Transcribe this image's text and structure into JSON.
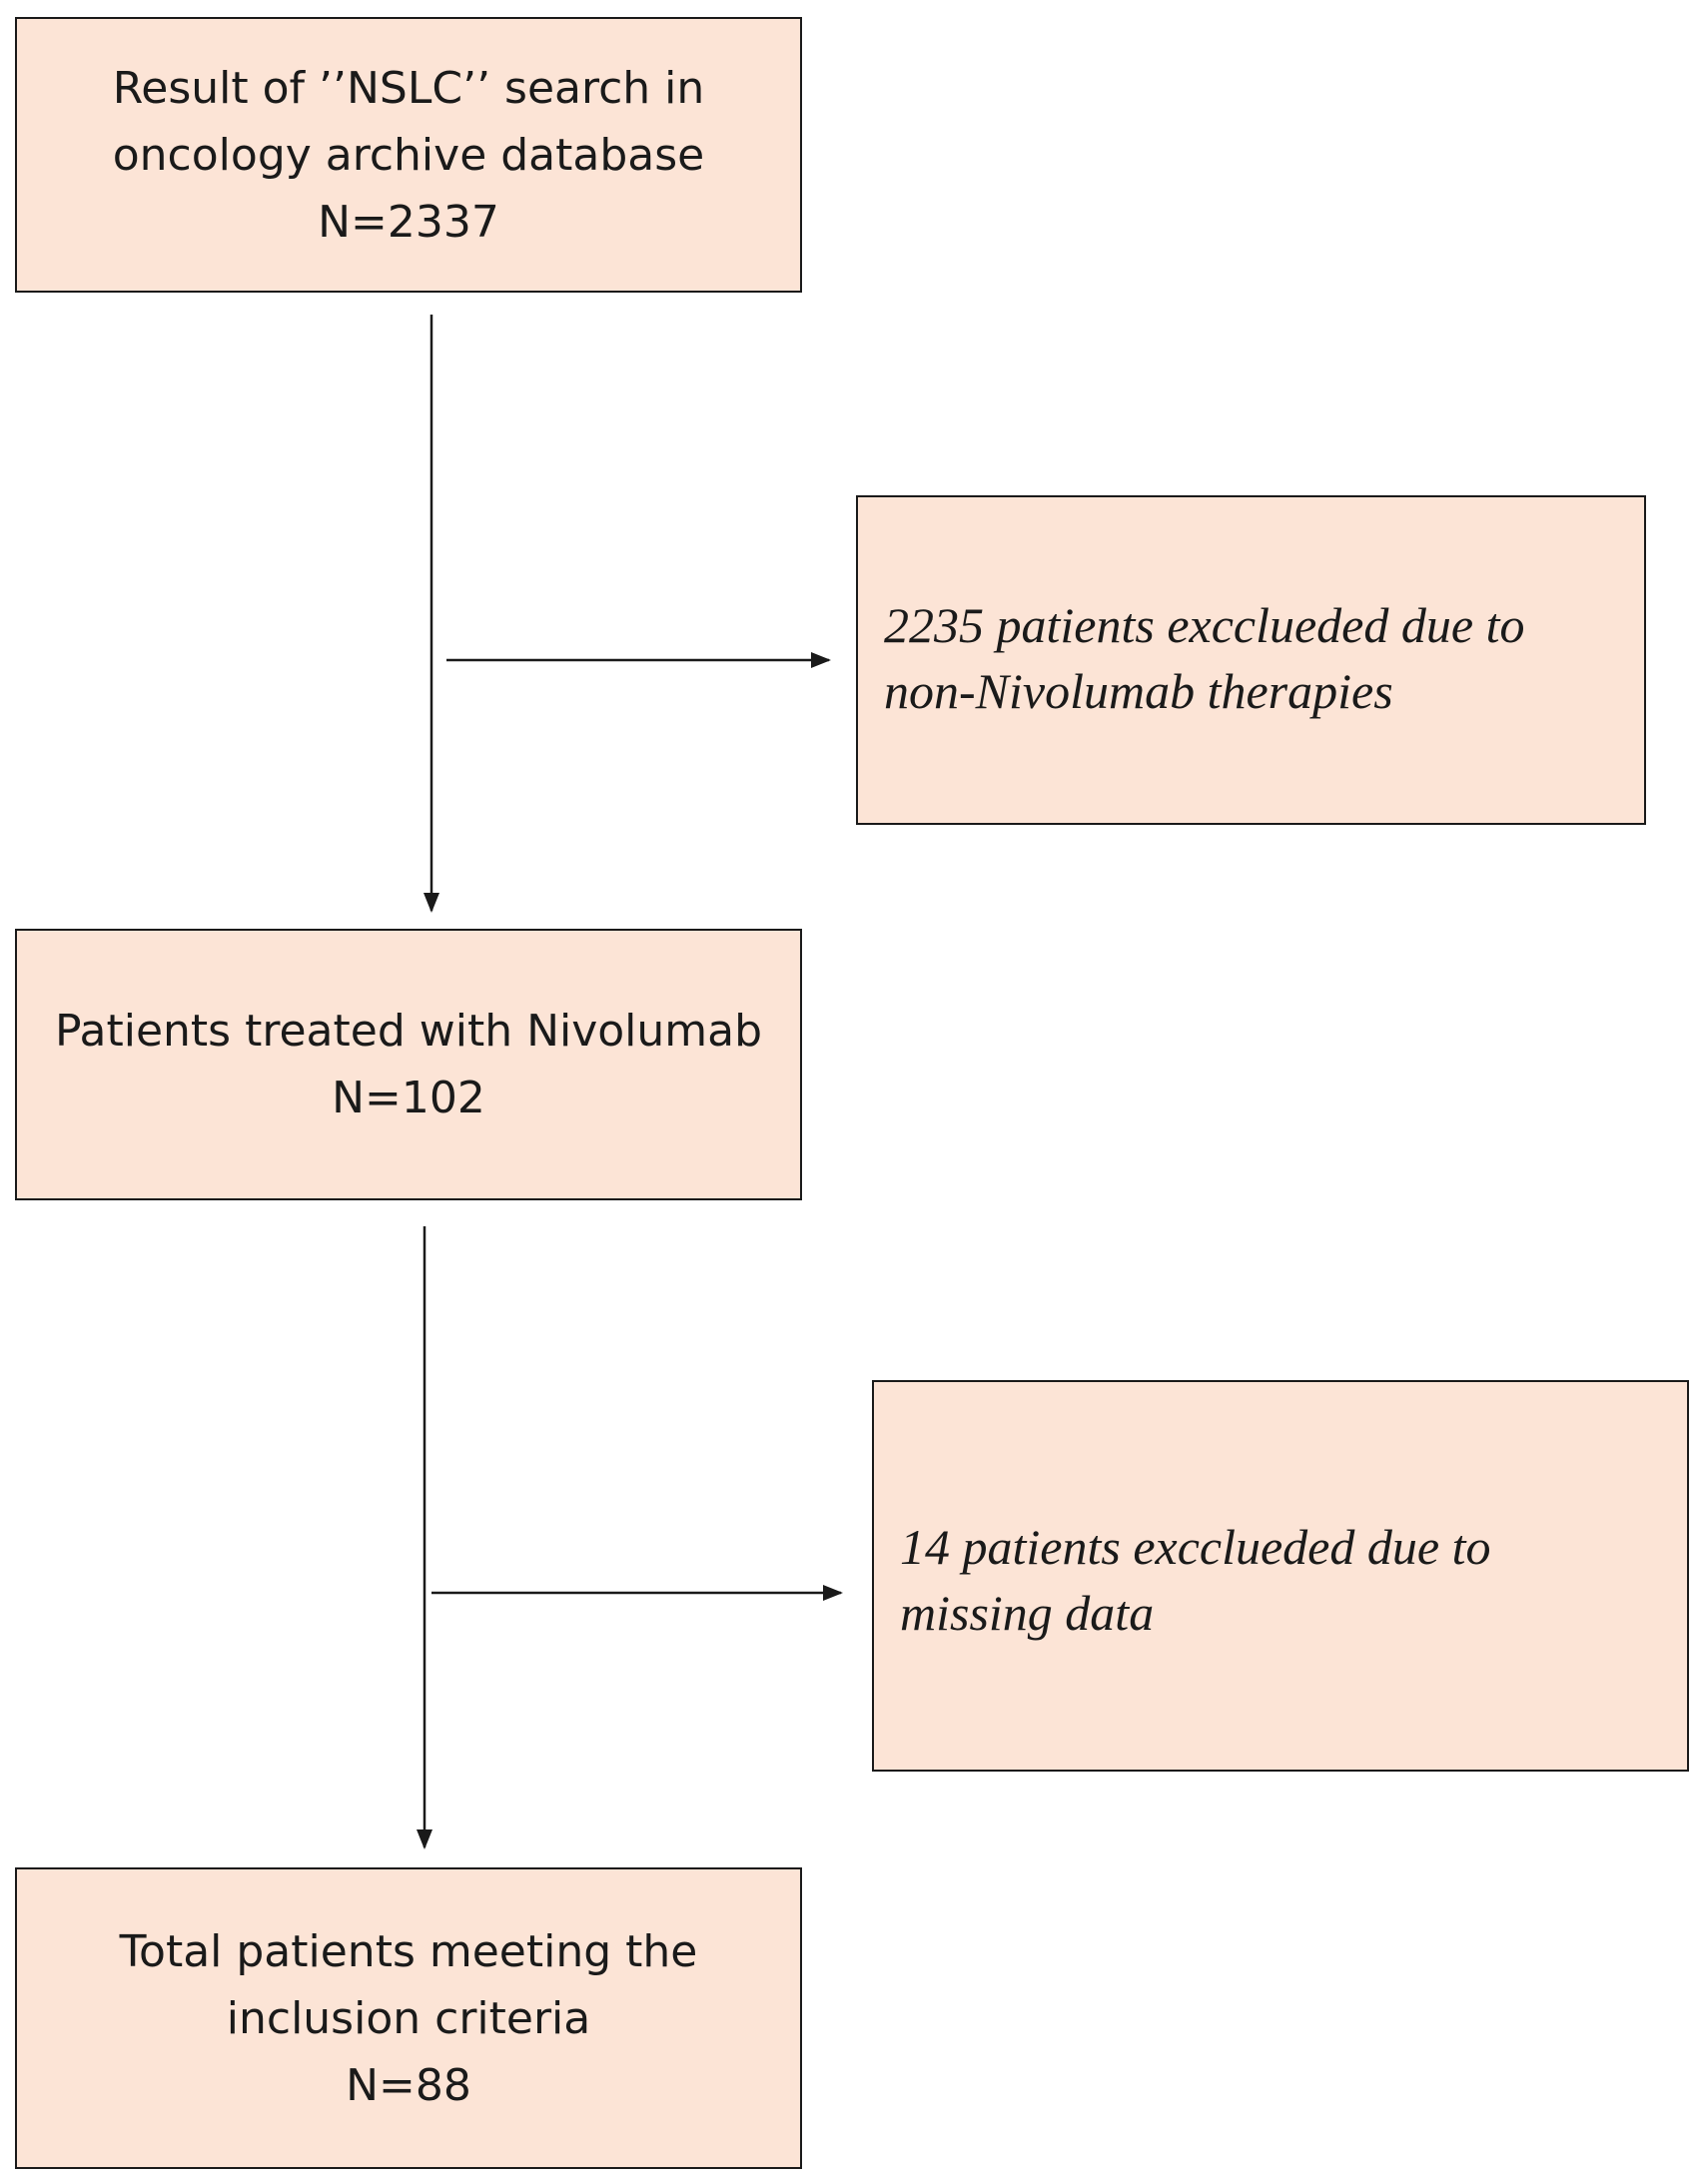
{
  "boxes": {
    "search": {
      "lines": [
        "Result of ’’NSLC’’ search in",
        "oncology archive database",
        "N=2337"
      ]
    },
    "exclusion_1": {
      "lines": [
        "2235 patients excclueded due to",
        "non-Nivolumab therapies"
      ]
    },
    "nivolumab": {
      "lines": [
        "Patients treated with Nivolumab",
        "N=102"
      ]
    },
    "exclusion_2": {
      "lines": [
        "14 patients excclueded due to",
        "missing data"
      ]
    },
    "total": {
      "lines": [
        "Total patients meeting the",
        "inclusion criteria",
        "N=88"
      ]
    }
  },
  "colors": {
    "box_fill": "#fce4d6",
    "stroke": "#1a1a1a"
  }
}
